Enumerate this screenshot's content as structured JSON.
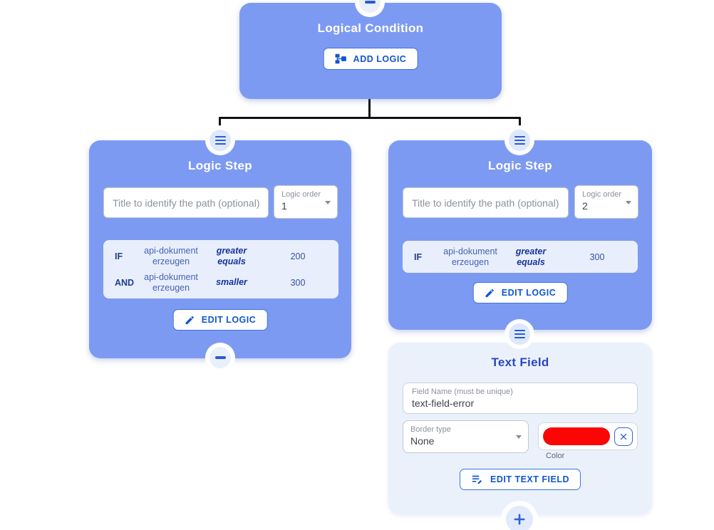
{
  "colors": {
    "node_blue": "#7d9af3",
    "panel_light": "#ebf1fb",
    "condition_row_bg": "#e8eefb",
    "accent_blue": "#0f55d4",
    "handle_blue": "#2b5ad4",
    "connector_black": "#111111",
    "swatch_red": "#fb0505"
  },
  "logical_condition": {
    "title": "Logical Condition",
    "add_logic_label": "ADD LOGIC"
  },
  "logic_steps": [
    {
      "title": "Logic Step",
      "title_placeholder": "Title to identify the path (optional)",
      "order_label": "Logic order",
      "order_value": "1",
      "edit_label": "EDIT LOGIC",
      "conditions": [
        {
          "join": "IF",
          "field": "api-dokument erzeugen",
          "operator": "greater equals",
          "value": "200"
        },
        {
          "join": "AND",
          "field": "api-dokument erzeugen",
          "operator": "smaller",
          "value": "300"
        }
      ]
    },
    {
      "title": "Logic Step",
      "title_placeholder": "Title to identify the path (optional)",
      "order_label": "Logic order",
      "order_value": "2",
      "edit_label": "EDIT LOGIC",
      "conditions": [
        {
          "join": "IF",
          "field": "api-dokument erzeugen",
          "operator": "greater equals",
          "value": "300"
        }
      ]
    }
  ],
  "text_field": {
    "title": "Text Field",
    "name_label": "Field Name (must be unique)",
    "name_value": "text-field-error",
    "border_type_label": "Border type",
    "border_type_value": "None",
    "color_caption": "Color",
    "swatch_color": "#fb0505",
    "edit_label": "EDIT TEXT FIELD"
  }
}
